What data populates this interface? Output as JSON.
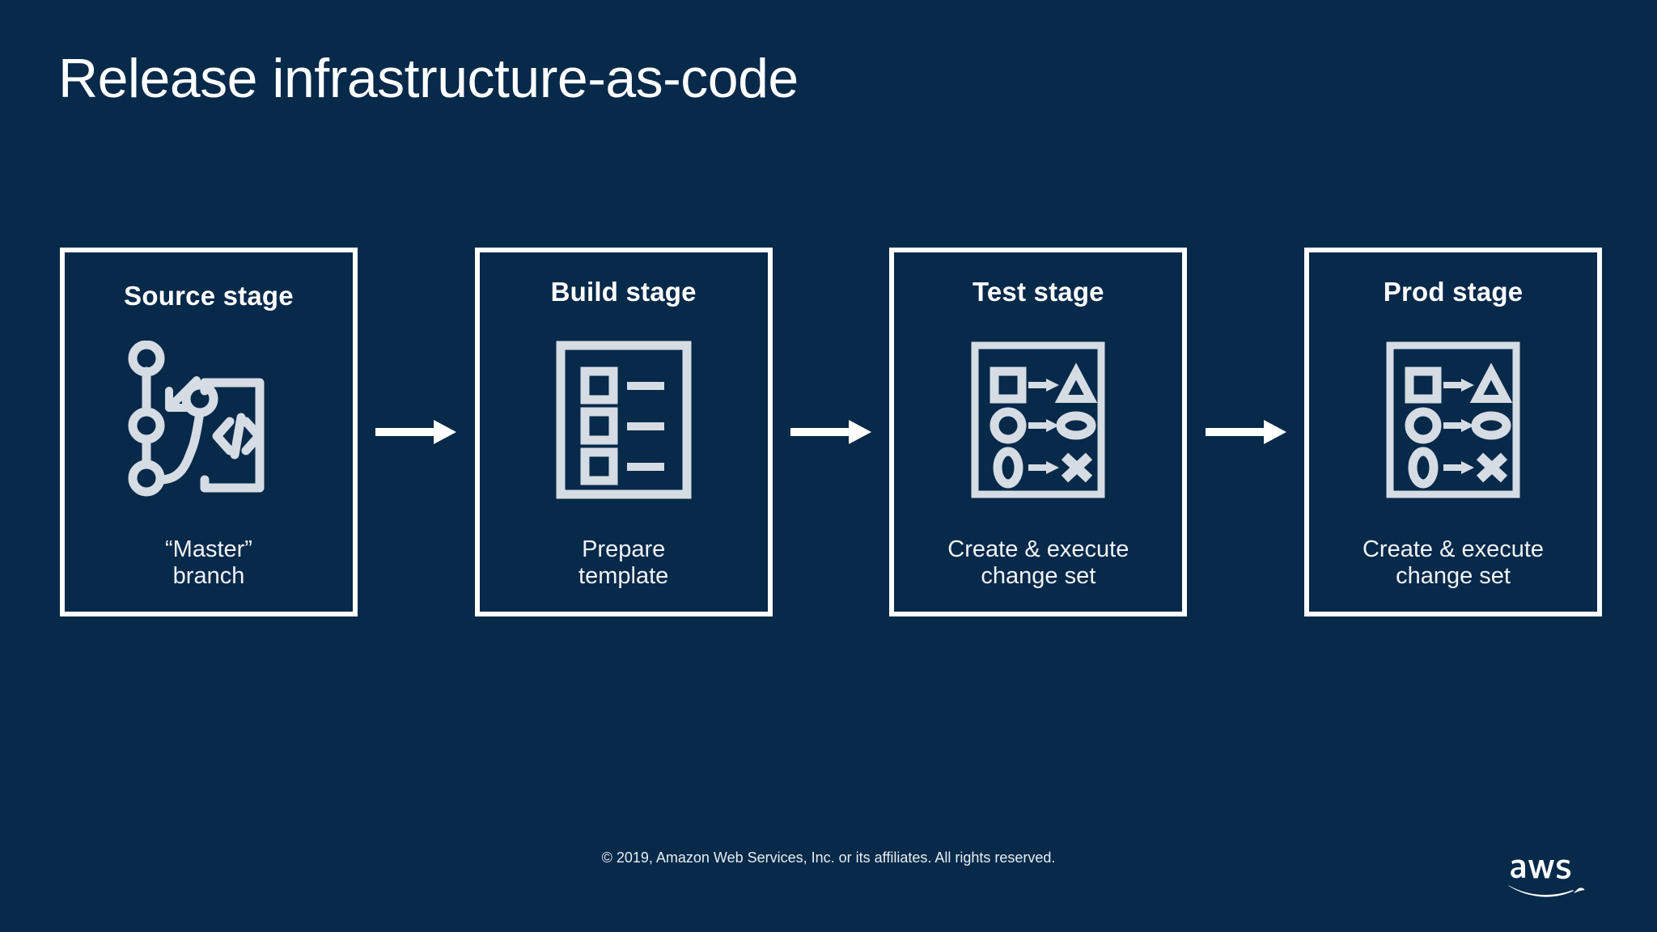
{
  "slide": {
    "title": "Release infrastructure-as-code",
    "background_color": "#07294A",
    "accent_color": "#ffffff",
    "icon_color": "#d5dce3"
  },
  "pipeline": {
    "connector_icon": "arrow-right-icon",
    "stages": [
      {
        "id": "source",
        "title": "Source stage",
        "caption": "“Master”\nbranch",
        "icon": "git-branch-code-icon"
      },
      {
        "id": "build",
        "title": "Build stage",
        "caption": "Prepare\ntemplate",
        "icon": "template-checklist-icon"
      },
      {
        "id": "test",
        "title": "Test stage",
        "caption": "Create & execute\nchange set",
        "icon": "change-set-icon"
      },
      {
        "id": "prod",
        "title": "Prod stage",
        "caption": "Create & execute\nchange set",
        "icon": "change-set-icon"
      }
    ]
  },
  "footer": {
    "copyright": "© 2019, Amazon Web Services, Inc. or its affiliates. All rights reserved.",
    "logo": "aws-logo"
  }
}
